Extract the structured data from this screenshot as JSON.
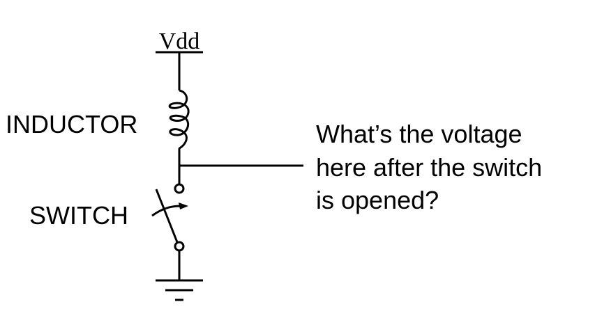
{
  "diagram": {
    "type": "circuit-schematic",
    "supply_label": "Vdd",
    "components": [
      {
        "id": "inductor",
        "label": "INDUCTOR",
        "symbol": "inductor-coil",
        "turns": 4
      },
      {
        "id": "switch",
        "label": "SWITCH",
        "symbol": "spst-switch",
        "state": "opening"
      },
      {
        "id": "ground",
        "symbol": "ground"
      }
    ],
    "question": {
      "lines": [
        "What’s the voltage",
        "here after the switch",
        "is opened?"
      ]
    },
    "colors": {
      "ink": "#000000",
      "background": "#ffffff"
    }
  }
}
